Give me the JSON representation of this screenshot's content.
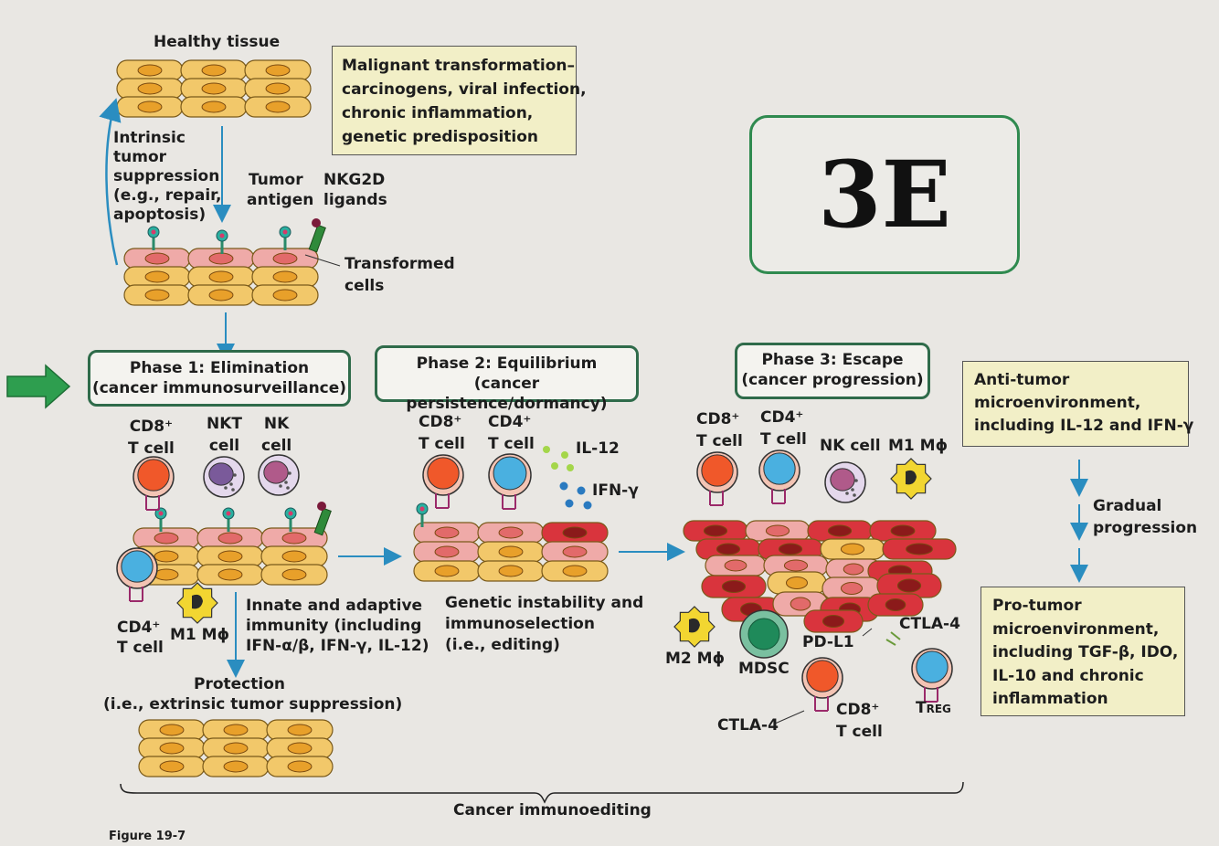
{
  "healthy_title": "Healthy tissue",
  "malignant_box": [
    "Malignant transformation–",
    "carcinogens, viral infection,",
    "chronic inflammation,",
    "genetic predisposition"
  ],
  "intrinsic": [
    "Intrinsic",
    "tumor",
    "suppression",
    "(e.g., repair,",
    "apoptosis)"
  ],
  "tumor_antigen": [
    "Tumor",
    "antigen"
  ],
  "nkg2d": [
    "NKG2D",
    "ligands"
  ],
  "transformed": [
    "Transformed",
    "cells"
  ],
  "badge": "3E",
  "phase1": [
    "Phase 1: Elimination",
    "(cancer immunosurveillance)"
  ],
  "phase2": [
    "Phase 2: Equilibrium",
    "(cancer persistence/dormancy)"
  ],
  "phase3": [
    "Phase 3: Escape",
    "(cancer progression)"
  ],
  "antitumor_box": [
    "Anti-tumor",
    "microenvironment,",
    "including IL-12 and IFN-γ"
  ],
  "gradual": [
    "Gradual",
    "progression"
  ],
  "protumor_box": [
    "Pro-tumor",
    "microenvironment,",
    "including TGF-β, IDO,",
    "IL-10 and chronic",
    "inflammation"
  ],
  "p1_labels": {
    "cd8": [
      "CD8⁺",
      "T cell"
    ],
    "nkt": [
      "NKT",
      "cell"
    ],
    "nk": [
      "NK",
      "cell"
    ],
    "cd4": [
      "CD4⁺",
      "T cell"
    ],
    "m1": "M1 Mϕ"
  },
  "p1_text": [
    "Innate and adaptive",
    "immunity (including",
    "IFN-α/β, IFN-γ, IL-12)"
  ],
  "protection": [
    "Protection",
    "(i.e., extrinsic tumor suppression)"
  ],
  "p2_labels": {
    "cd8": [
      "CD8⁺",
      "T cell"
    ],
    "cd4": [
      "CD4⁺",
      "T cell"
    ],
    "il12": "IL-12",
    "ifng": "IFN-γ"
  },
  "p2_text": [
    "Genetic instability and",
    "immunoselection",
    "(i.e., editing)"
  ],
  "p3_labels": {
    "cd8": [
      "CD8⁺",
      "T cell"
    ],
    "cd4": [
      "CD4⁺",
      "T cell"
    ],
    "nk": "NK cell",
    "m1": "M1 Mϕ",
    "m2": "M2 Mϕ",
    "mdsc": "MDSC",
    "pdl1": "PD-L1",
    "ctla4a": "CTLA-4",
    "ctla4b": "CTLA-4",
    "cd8b": [
      "CD8⁺",
      "T cell"
    ],
    "treg": "T",
    "treg_sub": "REG"
  },
  "bracket_label": "Cancer immunoediting",
  "figure_label": "Figure 19-7",
  "colors": {
    "healthy": "#f2c86a",
    "nucleus": "#e8a02a",
    "transformed": "#efaaa8",
    "tumor_red": "#d9343d",
    "phase_border": "#2f6b4a",
    "box_fill": "#f2efc7",
    "arrow_blue": "#2a8dc0",
    "green_arrow": "#2e9e4f"
  }
}
